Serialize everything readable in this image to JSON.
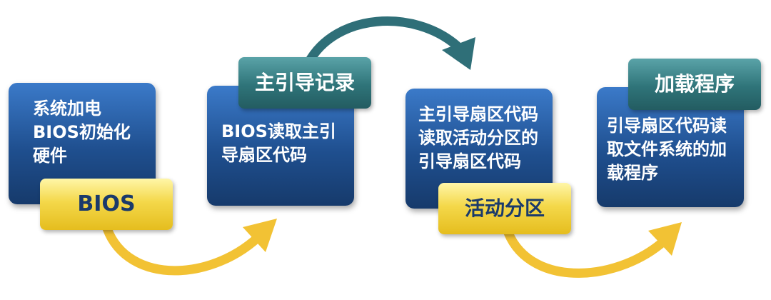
{
  "colors": {
    "card_top": "#3b7ac9",
    "card_bottom": "#163a6b",
    "yellow_tag": "#f4d84a",
    "yellow_arrow": "#f2c234",
    "teal_tag": "#2f7479",
    "teal_arrow": "#2f6f78",
    "card_text": "#ffffff",
    "yellow_tag_text": "#1a3a6b"
  },
  "steps": [
    {
      "lines": [
        "系统加电",
        "BIOS初始化",
        "硬件"
      ],
      "tag": "BIOS"
    },
    {
      "lines": [
        "BIOS读取主引",
        "导扇区代码"
      ],
      "tag": "主引导记录"
    },
    {
      "lines": [
        "主引导扇区代码",
        "读取活动分区的",
        "引导扇区代码"
      ],
      "tag": "活动分区"
    },
    {
      "lines": [
        "引导扇区代码读",
        "取文件系统的加",
        "载程序"
      ],
      "tag": "加载程序"
    }
  ],
  "connectors": [
    {
      "from": "BIOS",
      "to": "主引导记录",
      "color": "yellow"
    },
    {
      "from": "主引导记录",
      "to": "活动分区",
      "color": "teal"
    },
    {
      "from": "活动分区",
      "to": "加载程序",
      "color": "yellow"
    }
  ]
}
